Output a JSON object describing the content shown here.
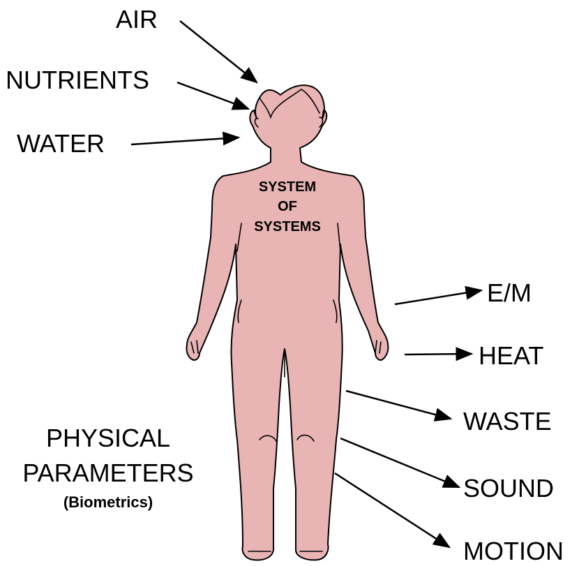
{
  "inputs": {
    "air": "AIR",
    "nutrients": "NUTRIENTS",
    "water": "WATER"
  },
  "body": {
    "line1": "SYSTEM",
    "line2": "OF",
    "line3": "SYSTEMS"
  },
  "outputs": {
    "em": "E/M",
    "heat": "HEAT",
    "waste": "WASTE",
    "sound": "SOUND",
    "motion": "MOTION"
  },
  "parameters": {
    "line1": "PHYSICAL",
    "line2": "PARAMETERS",
    "line3": "(Biometrics)"
  },
  "colors": {
    "skin": "#e8b4b4",
    "outline": "#000000",
    "background": "#ffffff"
  }
}
